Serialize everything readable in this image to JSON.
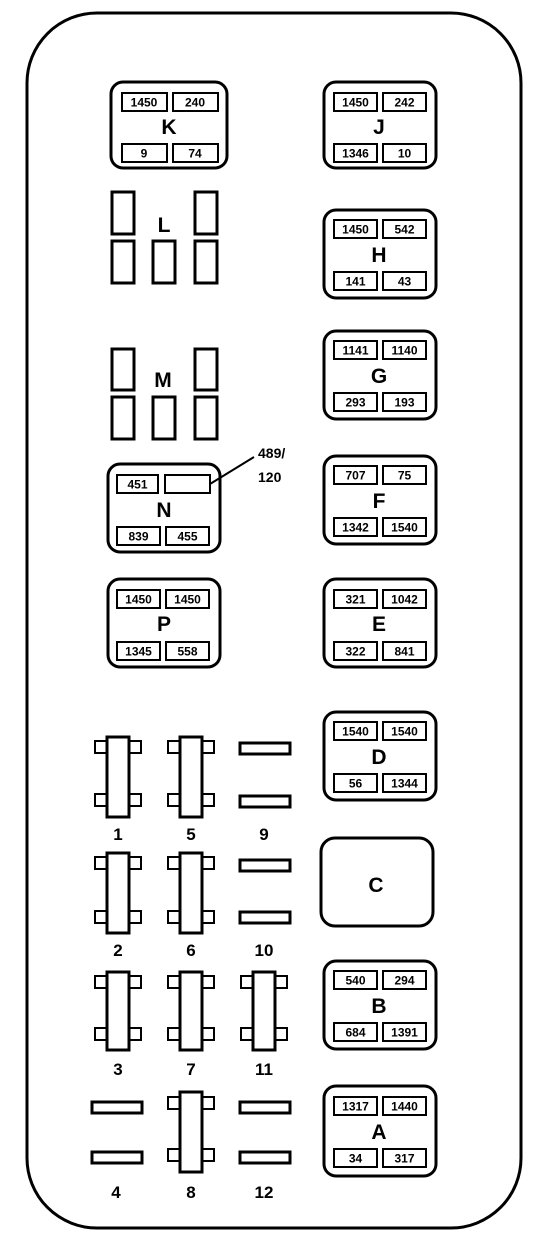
{
  "relays": [
    {
      "id": "K",
      "wires": [
        "1450",
        "240",
        "9",
        "74"
      ]
    },
    {
      "id": "J",
      "wires": [
        "1450",
        "242",
        "1346",
        "10"
      ]
    },
    {
      "id": "H",
      "wires": [
        "1450",
        "542",
        "141",
        "43"
      ]
    },
    {
      "id": "G",
      "wires": [
        "1141",
        "1140",
        "293",
        "193"
      ]
    },
    {
      "id": "F",
      "wires": [
        "707",
        "75",
        "1342",
        "1540"
      ]
    },
    {
      "id": "N",
      "wires": [
        "451",
        "",
        "839",
        "455"
      ]
    },
    {
      "id": "P",
      "wires": [
        "1450",
        "1450",
        "1345",
        "558"
      ]
    },
    {
      "id": "E",
      "wires": [
        "321",
        "1042",
        "322",
        "841"
      ]
    },
    {
      "id": "D",
      "wires": [
        "1540",
        "1540",
        "56",
        "1344"
      ]
    },
    {
      "id": "B",
      "wires": [
        "540",
        "294",
        "684",
        "1391"
      ]
    },
    {
      "id": "A",
      "wires": [
        "1317",
        "1440",
        "34",
        "317"
      ]
    }
  ],
  "blocks": {
    "L": "L",
    "M": "M",
    "C": "C"
  },
  "callout": {
    "line1": "489/",
    "line2": "120"
  },
  "fuses": [
    "1",
    "2",
    "3",
    "4",
    "5",
    "6",
    "7",
    "8",
    "9",
    "10",
    "11",
    "12"
  ]
}
